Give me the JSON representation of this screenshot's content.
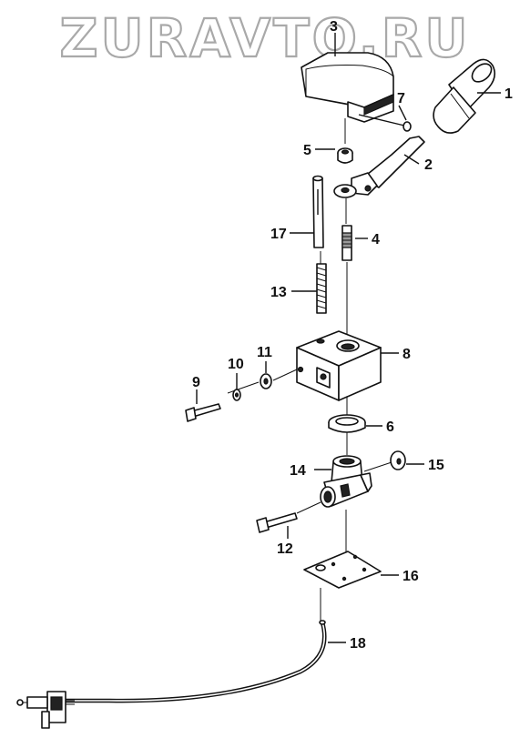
{
  "watermark": "ZURAVTO.RU",
  "callouts": [
    {
      "id": "1",
      "label": "1"
    },
    {
      "id": "2",
      "label": "2"
    },
    {
      "id": "3",
      "label": "3"
    },
    {
      "id": "4",
      "label": "4"
    },
    {
      "id": "5",
      "label": "5"
    },
    {
      "id": "6",
      "label": "6"
    },
    {
      "id": "7",
      "label": "7"
    },
    {
      "id": "8",
      "label": "8"
    },
    {
      "id": "9",
      "label": "9"
    },
    {
      "id": "10",
      "label": "10"
    },
    {
      "id": "11",
      "label": "11"
    },
    {
      "id": "12",
      "label": "12"
    },
    {
      "id": "13",
      "label": "13"
    },
    {
      "id": "14",
      "label": "14"
    },
    {
      "id": "15",
      "label": "15"
    },
    {
      "id": "16",
      "label": "16"
    },
    {
      "id": "17",
      "label": "17"
    },
    {
      "id": "18",
      "label": "18"
    }
  ]
}
